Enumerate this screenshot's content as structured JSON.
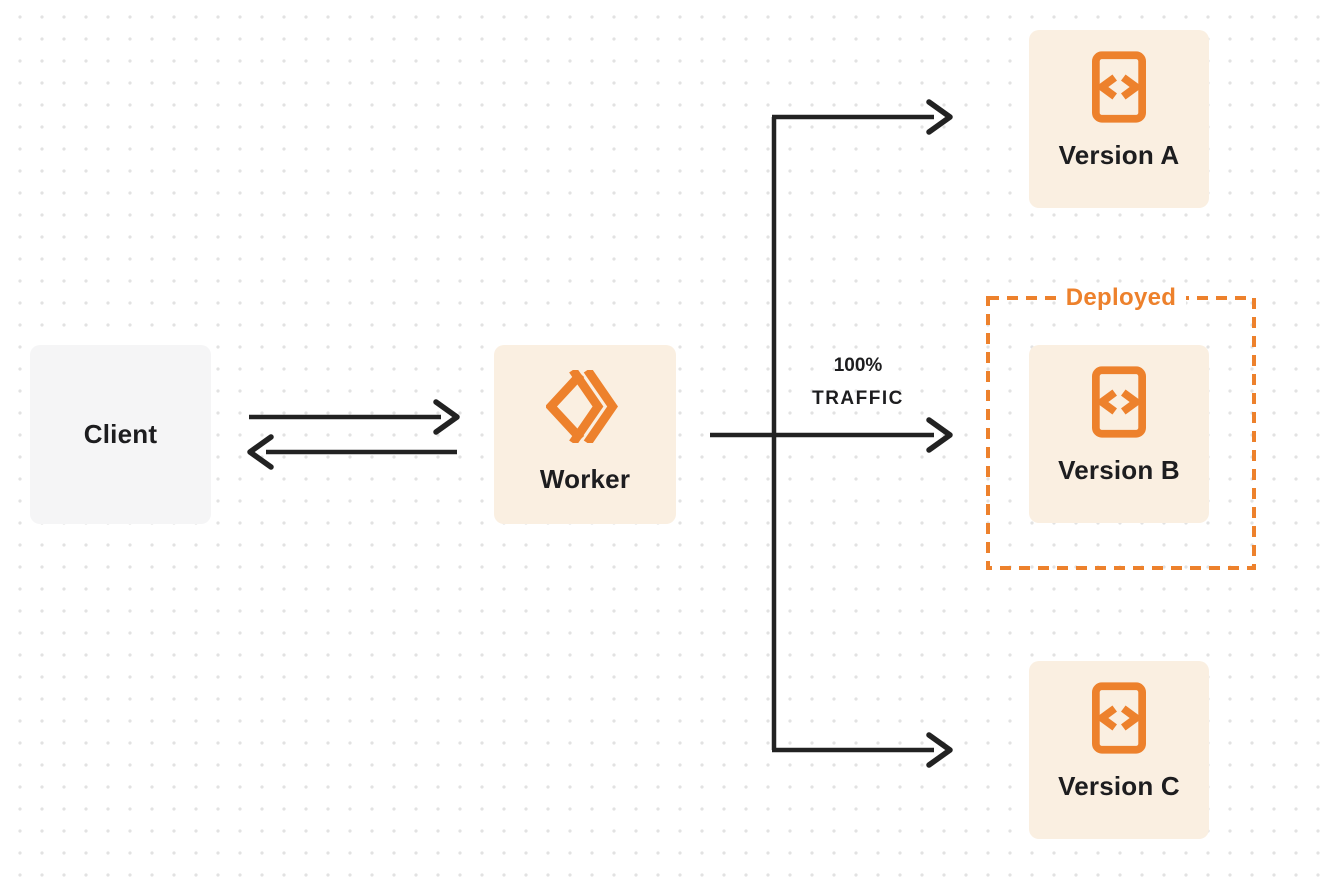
{
  "nodes": {
    "client": {
      "label": "Client"
    },
    "worker": {
      "label": "Worker"
    },
    "version_a": {
      "label": "Version A"
    },
    "version_b": {
      "label": "Version B"
    },
    "version_c": {
      "label": "Version C"
    }
  },
  "annotations": {
    "traffic": {
      "line1": "100%",
      "line2": "TRAFFIC"
    },
    "deployed": {
      "label": "Deployed"
    }
  },
  "icons": {
    "worker_icon": "double-chevron-diamond-icon",
    "version_icon": "code-document-icon"
  },
  "colors": {
    "orange": "#ed812c",
    "cream_fill": "#faefe1",
    "client_fill": "#f5f5f6",
    "line_dark": "#222222",
    "text_dark": "#1d1d1f",
    "dot_grid": "#e2e2e2",
    "background": "#ffffff"
  }
}
